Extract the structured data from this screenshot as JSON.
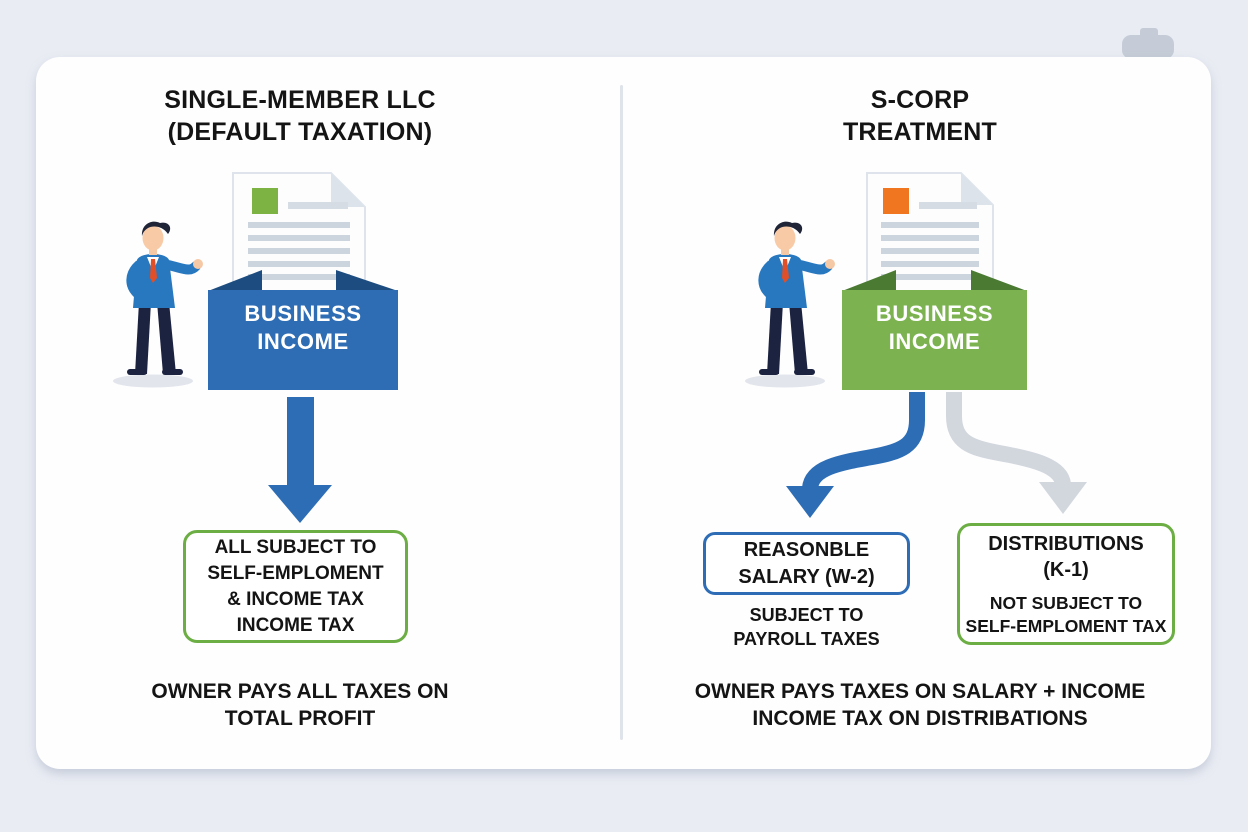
{
  "colors": {
    "background": "#e9ecf3",
    "card": "#fefeff",
    "blue_box": "#2e6cb4",
    "blue_box_flap": "#1d4d80",
    "green_box": "#7cb350",
    "green_box_flap": "#4b7b33",
    "blue_arrow": "#2d6db5",
    "gray_arrow": "#d2d7de",
    "green_border": "#6cae44",
    "blue_border": "#2e6db6",
    "doc_green_square": "#7cb342",
    "doc_orange_square": "#f0761f",
    "text": "#141414"
  },
  "icons": [
    "clipboard-clip-icon",
    "person-icon",
    "document-icon",
    "inbox-box-icon",
    "arrow-down-icon",
    "curved-arrow-blue-icon",
    "curved-arrow-gray-icon"
  ],
  "left_panel": {
    "title_line1": "SINGLE-MEMBER LLC",
    "title_line2": "(DEFAULT TAXATION)",
    "box_label_line1": "BUSINESS",
    "box_label_line2": "INCOME",
    "result_box_lines": [
      "ALL SUBJECT TO",
      "SELF-EMPLOMENT",
      "& INCOME TAX",
      "INCOME TAX"
    ],
    "footer_line1": "OWNER PAYS ALL TAXES ON",
    "footer_line2": "TOTAL PROFIT"
  },
  "right_panel": {
    "title_line1": "S-CORP",
    "title_line2": "TREATMENT",
    "box_label_line1": "BUSINESS",
    "box_label_line2": "INCOME",
    "salary_box_line1": "REASONBLE",
    "salary_box_line2": "SALARY (W-2)",
    "salary_sub_line1": "SUBJECT TO",
    "salary_sub_line2": "PAYROLL TAXES",
    "dist_box_line1": "DISTRIBUTIONS",
    "dist_box_line2": "(K-1)",
    "dist_sub_line1": "NOT SUBJECT TO",
    "dist_sub_line2": "SELF-EMPLOMENT TAX",
    "footer_line1": "OWNER PAYS TAXES ON SALARY + INCOME",
    "footer_line2": "INCOME TAX ON DISTRIBATIONS"
  }
}
